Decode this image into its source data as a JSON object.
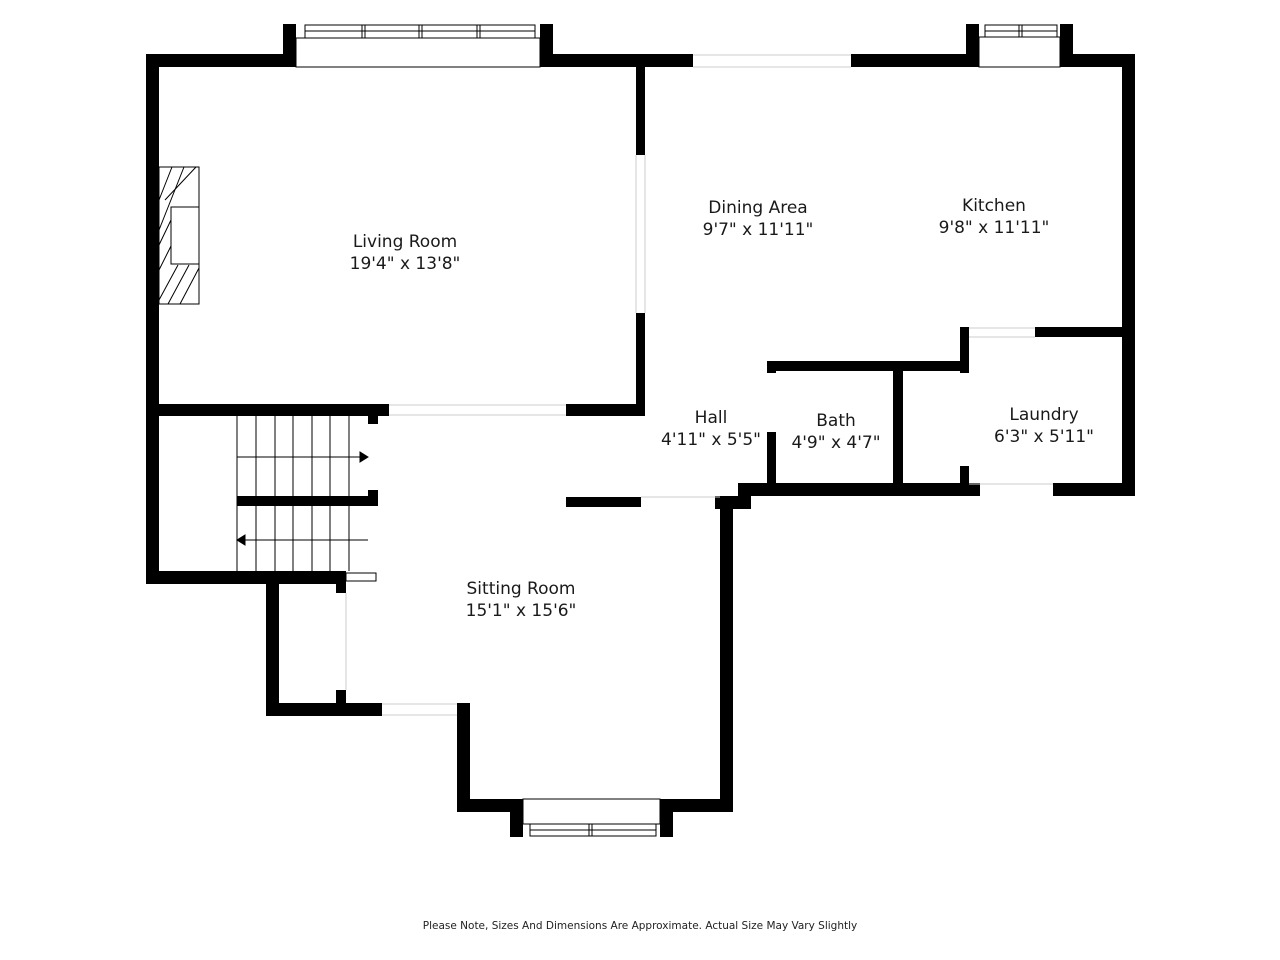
{
  "floorplan": {
    "rooms": [
      {
        "name": "Living Room",
        "dimensions": "19'4\" x 13'8\""
      },
      {
        "name": "Dining Area",
        "dimensions": "9'7\" x 11'11\""
      },
      {
        "name": "Kitchen",
        "dimensions": "9'8\" x 11'11\""
      },
      {
        "name": "Hall",
        "dimensions": "4'11\" x 5'5\""
      },
      {
        "name": "Bath",
        "dimensions": "4'9\" x 4'7\""
      },
      {
        "name": "Laundry",
        "dimensions": "6'3\" x 5'11\""
      },
      {
        "name": "Sitting Room",
        "dimensions": "15'1\" x 15'6\""
      }
    ],
    "fixtures": [
      "fireplace",
      "staircase-up",
      "staircase-down",
      "bay-window-living",
      "bay-window-kitchen",
      "bay-window-sitting"
    ],
    "colors": {
      "wall": "#000000",
      "background": "#ffffff",
      "text": "#1a1a1a"
    }
  },
  "footer": {
    "note": "Please Note, Sizes And Dimensions Are Approximate. Actual Size May Vary Slightly"
  }
}
